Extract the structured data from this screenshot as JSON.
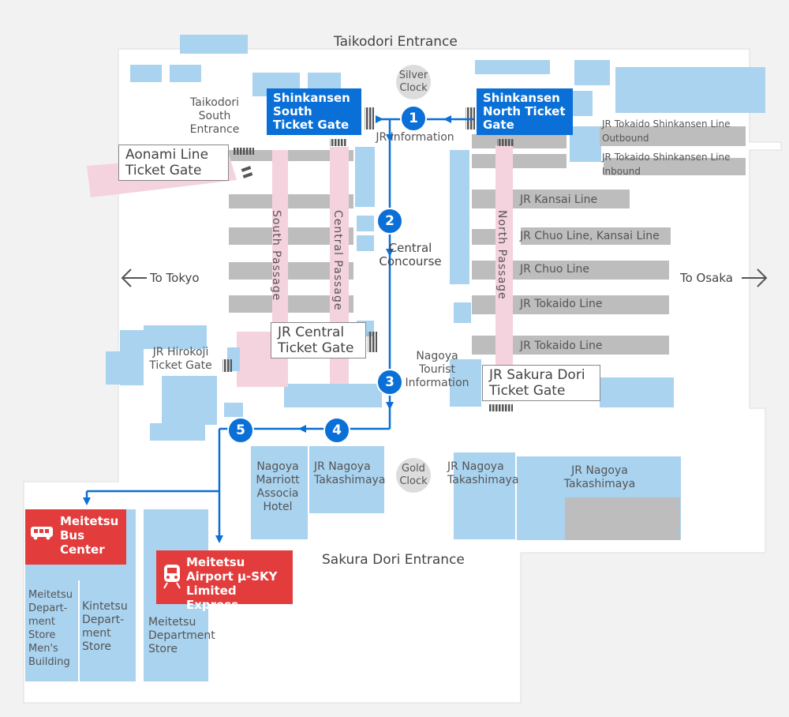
{
  "entrances": {
    "north": "Taikodori Entrance",
    "south": "Sakura Dori Entrance"
  },
  "directions": {
    "west": "To Tokyo",
    "east": "To Osaka"
  },
  "gates": {
    "shinkansen_south": "Shinkansen South Ticket Gate",
    "shinkansen_north": "Shinkansen North Ticket Gate",
    "aonami": "Aonami Line Ticket Gate",
    "jr_central": "JR Central Ticket Gate",
    "jr_hirokoji": "JR Hirokoji Ticket Gate",
    "jr_sakura_dori": "JR Sakura Dori Ticket Gate"
  },
  "landmarks": {
    "silver_clock": "Silver Clock",
    "gold_clock": "Gold Clock",
    "jr_information": "JR Information",
    "central_concourse": "Central Concourse",
    "tourist_info": "Nagoya Tourist Information",
    "taikodori_south": "Taikodori South Entrance"
  },
  "passages": {
    "south": "South Passage",
    "central": "Central Passage",
    "north": "North Passage"
  },
  "lines": [
    "JR Tokaido Shinkansen Line Outbound",
    "JR Tokaido Shinkansen Line Inbound",
    "JR Kansai Line",
    "JR Chuo Line, Kansai Line",
    "JR Chuo Line",
    "JR Tokaido Line",
    "JR Tokaido Line"
  ],
  "buildings": {
    "marriott": "Nagoya Marriott Associa Hotel",
    "takashimaya1": "JR Nagoya Takashimaya",
    "takashimaya2": "JR Nagoya Takashimaya",
    "takashimaya3": "JR Nagoya Takashimaya",
    "meitetsu_mens": "Meitetsu Depart-ment Store Men's Building",
    "kintetsu": "Kintetsu Depart-ment Store",
    "meitetsu_dept": "Meitetsu Department Store"
  },
  "destinations": {
    "bus_center": "Meitetsu Bus Center",
    "airport_express": "Meitetsu Airport μ-SKY Limited Express"
  },
  "route_steps": [
    "1",
    "2",
    "3",
    "4",
    "5"
  ],
  "colors": {
    "route": "#0a6fd6",
    "building": "#a9d3ef",
    "platform": "#bdbdbd",
    "passage": "#f5d3de",
    "floor": "#ffffff",
    "destination": "#e23c3c"
  }
}
